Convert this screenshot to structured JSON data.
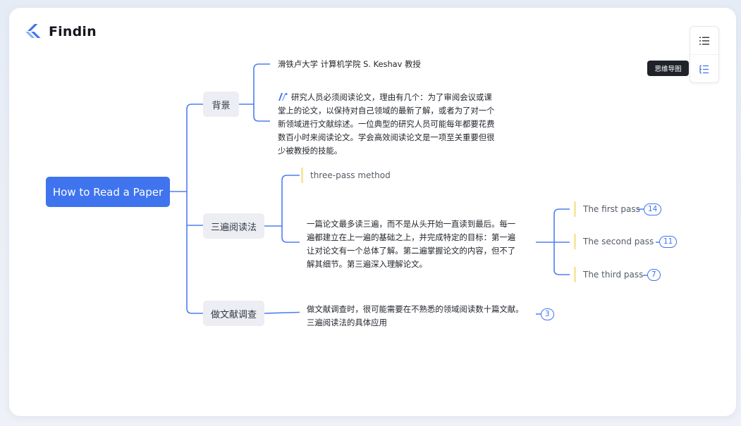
{
  "app": {
    "name": "Findin"
  },
  "toolbar": {
    "tooltip": "思维导图"
  },
  "mindmap": {
    "root": "How to Read a Paper",
    "branches": [
      {
        "label": "背景",
        "children": [
          "滑铁卢大学 计算机学院 S. Keshav 教授",
          [
            "研究人员必须阅读论文，理由有几个：为了审阅会议或课",
            "堂上的论文，以保持对自己领域的最新了解，或者为了对一个",
            "新领域进行文献综述。一位典型的研究人员可能每年都要花费",
            "数百小时来阅读论文。学会高效阅读论文是一项至关重要但很",
            "少被教授的技能。"
          ]
        ]
      },
      {
        "label": "三遍阅读法",
        "children": [
          "three-pass method",
          [
            "一篇论文最多读三遍，而不是从头开始一直读到最后。每一",
            "遍都建立在上一遍的基础之上，并完成特定的目标：第一遍",
            "让对论文有一个总体了解。第二遍掌握论文的内容，但不了",
            "解其细节。第三遍深入理解论文。"
          ]
        ],
        "passes": [
          {
            "label": "The first pass",
            "count": "14"
          },
          {
            "label": "The second pass",
            "count": "11"
          },
          {
            "label": "The third pass",
            "count": "7"
          }
        ]
      },
      {
        "label": "做文献调查",
        "children": [
          [
            "做文献调查时，很可能需要在不熟悉的领域阅读数十篇文献。",
            "三遍阅读法的具体应用"
          ]
        ],
        "count": "3"
      }
    ]
  },
  "colors": {
    "accent": "#3f74ee",
    "tag": "#f6e7a3",
    "node_bg": "#eceef3"
  }
}
